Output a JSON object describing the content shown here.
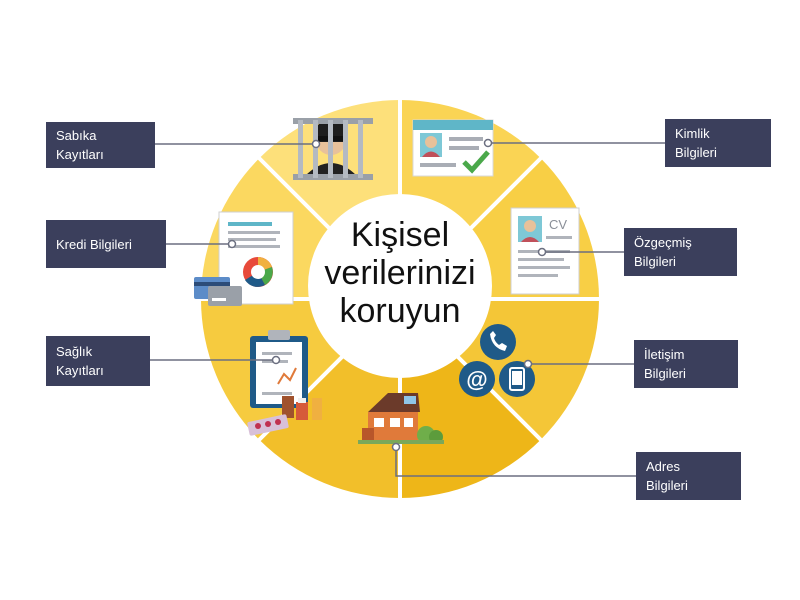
{
  "center": {
    "line1": "Kişisel",
    "line2": "verilerinizi",
    "line3": "koruyun"
  },
  "labels": {
    "sabika": {
      "line1": "Sabıka",
      "line2": "Kayıtları"
    },
    "kimlik": {
      "line1": "Kimlik",
      "line2": "Bilgileri"
    },
    "kredi": {
      "line1": "Kredi Bilgileri"
    },
    "ozgecmis": {
      "line1": "Özgeçmiş",
      "line2": "Bilgileri"
    },
    "saglik": {
      "line1": "Sağlık",
      "line2": "Kayıtları"
    },
    "iletisim": {
      "line1": "İletişim",
      "line2": "Bilgileri"
    },
    "adres": {
      "line1": "Adres",
      "line2": "Bilgileri"
    }
  },
  "icons": {
    "cv_text": "CV",
    "email_symbol": "@",
    "names": [
      "prison-bars-icon",
      "id-card-icon",
      "cv-document-icon",
      "contact-icons",
      "house-icon",
      "medical-records-icon",
      "credit-report-icon"
    ]
  },
  "colors": {
    "ring_light": "#fde07a",
    "ring_mid": "#f8cf45",
    "ring_dark": "#eeb618",
    "label_bg": "#3b3f5c",
    "connector": "#6b6f80",
    "icon_blue": "#1f5a88"
  }
}
